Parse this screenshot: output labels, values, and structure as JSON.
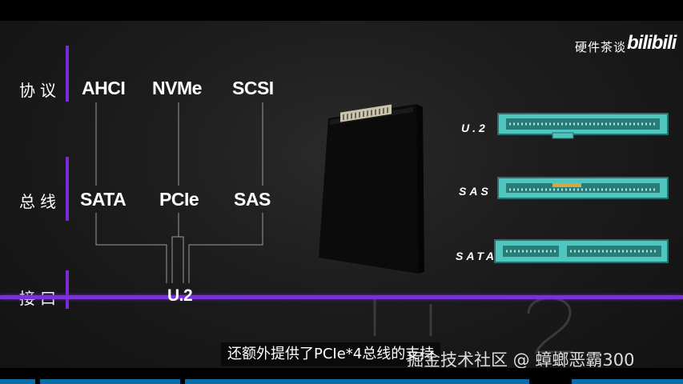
{
  "categories": [
    {
      "label": "协议"
    },
    {
      "label": "总线"
    },
    {
      "label": "接口"
    }
  ],
  "protocols": [
    "AHCI",
    "NVMe",
    "SCSI"
  ],
  "buses": [
    "SATA",
    "PCIe",
    "SAS"
  ],
  "interface": "U.2",
  "connectors": [
    "U.2",
    "SAS",
    "SATA"
  ],
  "brand": {
    "text": "硬件茶谈",
    "logo": "bilibili"
  },
  "subtitle": "还额外提供了PCIe*4总线的支持",
  "watermark": "掘金技术社区 @ 蟑螂恶霸300",
  "colors": {
    "accent": "#7b2fe0",
    "connector": "#4fc6c0",
    "background": "#1c1c1c"
  }
}
